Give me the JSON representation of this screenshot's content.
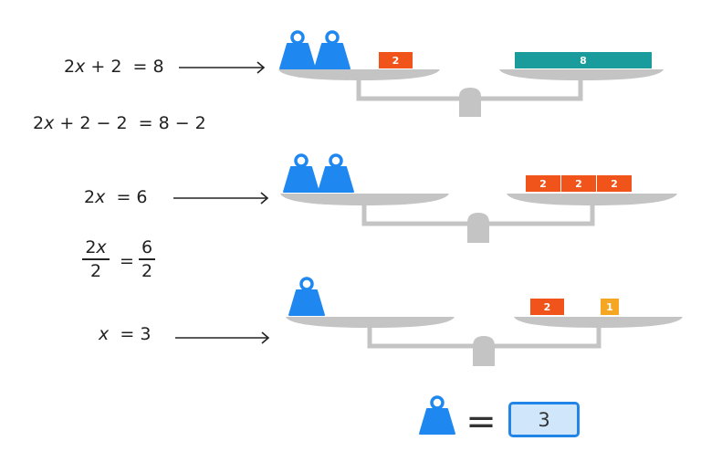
{
  "equations": {
    "eq1": {
      "coef": "2",
      "var": "x",
      "op": "+ 2",
      "eq": "=",
      "rhs": "8"
    },
    "eq2": {
      "coef": "2",
      "var": "x",
      "op": "+ 2 − 2",
      "eq": "=",
      "rhs": "8 − 2"
    },
    "eq3": {
      "coef": "2",
      "var": "x",
      "eq": "=",
      "rhs": "6"
    },
    "eq4": {
      "num_coef": "2",
      "num_var": "x",
      "den": "2",
      "eq": "=",
      "rhs_num": "6",
      "rhs_den": "2"
    },
    "eq5": {
      "var": "x",
      "eq": "=",
      "rhs": "3"
    }
  },
  "balances": {
    "b1": {
      "left_weights": 2,
      "left_block": "2",
      "right_block": "8"
    },
    "b2": {
      "left_weights": 2,
      "right_blocks": [
        "2",
        "2",
        "2"
      ]
    },
    "b3": {
      "left_weights": 1,
      "right_blocks": [
        "2",
        "1"
      ]
    }
  },
  "result": {
    "equals": "=",
    "value": "3"
  },
  "colors": {
    "weight": "#1e88f0",
    "block_orange": "#f0541a",
    "block_teal": "#1a9c9c",
    "block_gold": "#f5a623",
    "scale": "#c4c4c4",
    "answer_border": "#2185e8",
    "answer_fill": "#cfe6fb"
  }
}
